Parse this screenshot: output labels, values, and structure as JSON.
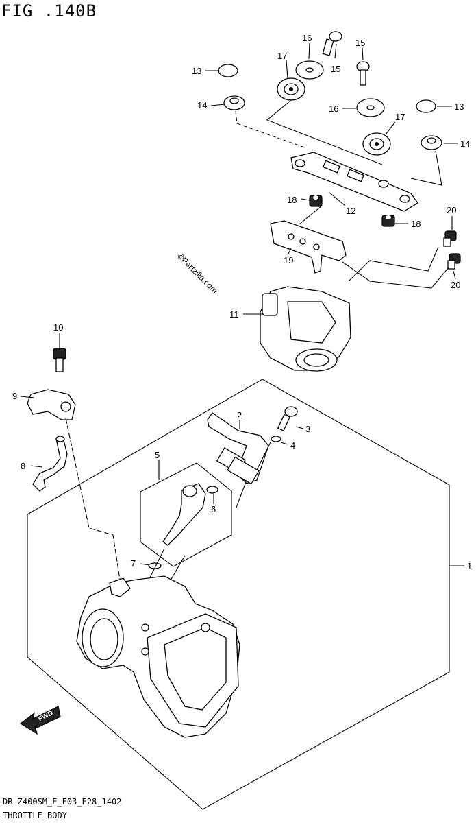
{
  "figure": {
    "number": "FIG .140B",
    "model_code": "DR Z400SM_E_E03_E28_1402",
    "section_title": "THROTTLE BODY"
  },
  "watermark": "©Partzilla.com",
  "fwd_label": "FWD",
  "callouts": [
    "1",
    "2",
    "3",
    "4",
    "5",
    "6",
    "7",
    "8",
    "9",
    "10",
    "11",
    "12",
    "13",
    "13",
    "14",
    "14",
    "15",
    "15",
    "16",
    "16",
    "17",
    "17",
    "18",
    "18",
    "19",
    "20",
    "20"
  ]
}
